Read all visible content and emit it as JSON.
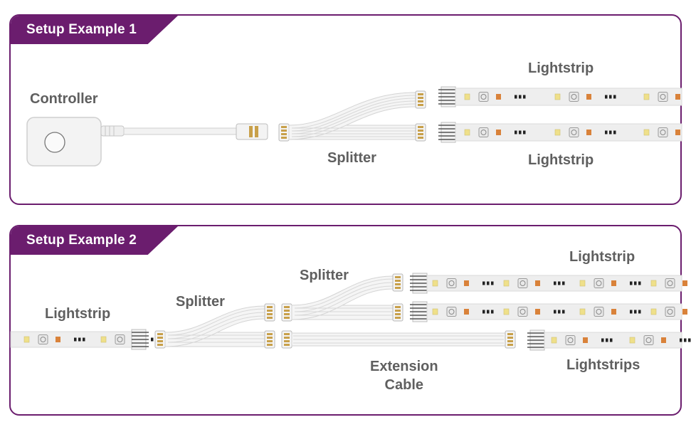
{
  "diagram": {
    "accent_color": "#6b1d6e",
    "label_color": "#5f5f5f",
    "setup1": {
      "title": "Setup Example 1",
      "controller_label": "Controller",
      "splitter_label": "Splitter",
      "lightstrip_top_label": "Lightstrip",
      "lightstrip_bottom_label": "Lightstrip",
      "icons": [
        "controller-icon",
        "splitter-icon",
        "lightstrip-icon"
      ]
    },
    "setup2": {
      "title": "Setup Example 2",
      "lightstrip_label": "Lightstrip",
      "splitter1_label": "Splitter",
      "splitter2_label": "Splitter",
      "lightstrip_top_label": "Lightstrip",
      "extension_label_line1": "Extension",
      "extension_label_line2": "Cable",
      "lightstrips_label": "Lightstrips",
      "icons": [
        "lightstrip-icon",
        "splitter-icon",
        "extension-cable-icon"
      ]
    }
  }
}
